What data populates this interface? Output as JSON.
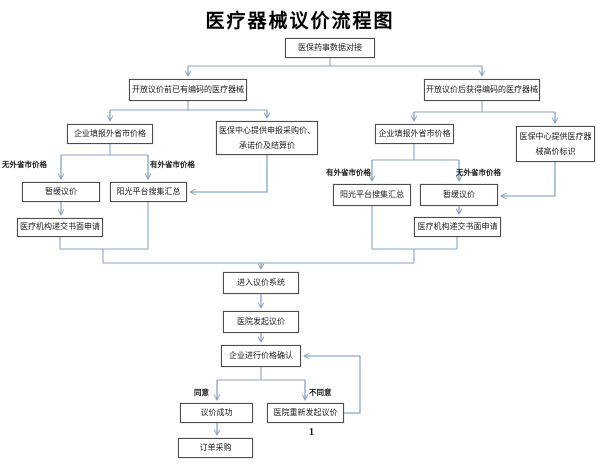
{
  "title": "医疗器械议价流程图",
  "page_number": "1",
  "colors": {
    "connector_line": "#8aa5c6",
    "arrowhead": "#3f6fae",
    "box_border": "#4d4d4d",
    "background": "#ffffff",
    "text": "#1a1a1a"
  },
  "nodes": {
    "data_link": {
      "label": "医保药事数据对接"
    },
    "pre_coded": {
      "label": "开放议价前已有编码的医疗器械"
    },
    "post_coded": {
      "label": "开放议价后获得编码的医疗器械"
    },
    "company_fill_left": {
      "label": "企业填报外省市价格"
    },
    "mi_center_prices": {
      "label": "医保中心提供申报采购价、承诺价及结算价"
    },
    "company_fill_right": {
      "label": "企业填报外省市价格"
    },
    "mi_center_highprice": {
      "label": "医保中心提供医疗器械高价标识"
    },
    "suspend_left": {
      "label": "暂缓议价"
    },
    "sunshine_left": {
      "label": "阳光平台搜集汇总"
    },
    "sunshine_right": {
      "label": "阳光平台搜集汇总"
    },
    "suspend_right": {
      "label": "暂缓议价"
    },
    "written_apply_left": {
      "label": "医疗机构递交书面申请"
    },
    "written_apply_right": {
      "label": "医疗机构递交书面申请"
    },
    "enter_system": {
      "label": "进入议价系统"
    },
    "hospital_initiate": {
      "label": "医院发起议价"
    },
    "company_confirm": {
      "label": "企业进行价格确认"
    },
    "success": {
      "label": "议价成功"
    },
    "re_initiate": {
      "label": "医院重新发起议价"
    },
    "order": {
      "label": "订单采购"
    }
  },
  "branch_labels": {
    "left_no": "无外省市价格",
    "left_yes": "有外省市价格",
    "right_yes": "有外省市价格",
    "right_no": "无外省市价格",
    "agree": "同意",
    "disagree": "不同意"
  }
}
